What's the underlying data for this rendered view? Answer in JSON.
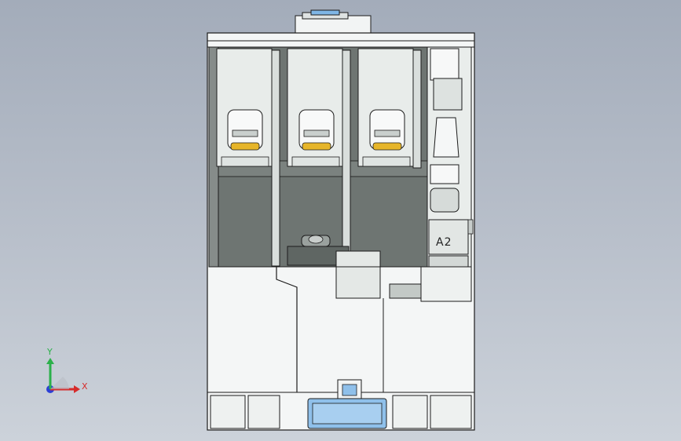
{
  "viewport": {
    "background_top": "#a3acba",
    "background_bottom": "#ccd2da"
  },
  "model": {
    "part_label": "A2",
    "palette": {
      "housing": "#f4f6f6",
      "dark_face": "#6e7572",
      "edge": "#1c1c1c",
      "clamp": "#e8ecea",
      "contact": "#e6b52a",
      "base_clip": "#8fc0ea"
    }
  },
  "triad": {
    "x_label": "X",
    "y_label": "Y",
    "x_color": "#d62b2b",
    "y_color": "#2bb04a",
    "z_color": "#2c3fd6"
  }
}
